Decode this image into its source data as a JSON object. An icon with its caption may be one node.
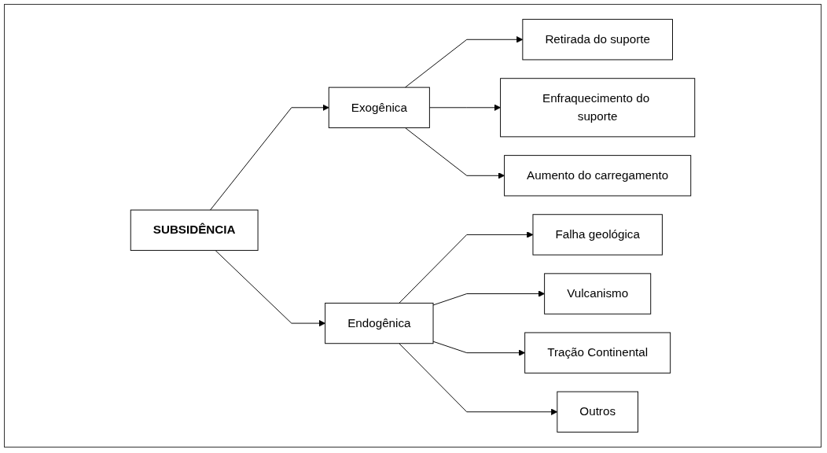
{
  "diagram": {
    "nodes": [
      {
        "text": [
          "SUBSIDÊNCIA"
        ]
      },
      {
        "text": [
          "Exogênica"
        ]
      },
      {
        "text": [
          "Endogênica"
        ]
      },
      {
        "text": [
          "Retirada do suporte"
        ]
      },
      {
        "text": [
          "Enfraquecimento do suporte"
        ]
      },
      {
        "text": [
          "Aumento do carregamento"
        ]
      },
      {
        "text": [
          "Falha geológica"
        ]
      },
      {
        "text": [
          "Vulcanismo"
        ]
      },
      {
        "text": [
          "Tração Continental"
        ]
      },
      {
        "text": [
          "Outros"
        ]
      }
    ],
    "edges": [
      {
        "from": 0,
        "to": 1,
        "arrow": "to"
      },
      {
        "from": 0,
        "to": 2,
        "arrow": "to"
      },
      {
        "from": 1,
        "to": 3,
        "arrow": "to"
      },
      {
        "from": 1,
        "to": 4,
        "arrow": "to"
      },
      {
        "from": 1,
        "to": 5,
        "arrow": "to"
      },
      {
        "from": 2,
        "to": 6,
        "arrow": "to"
      },
      {
        "from": 2,
        "to": 7,
        "arrow": "to"
      },
      {
        "from": 2,
        "to": 8,
        "arrow": "to"
      },
      {
        "from": 2,
        "to": 9,
        "arrow": "to"
      }
    ]
  }
}
